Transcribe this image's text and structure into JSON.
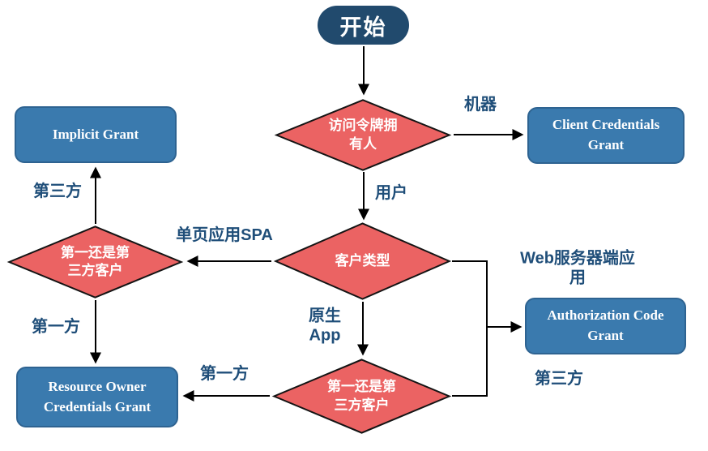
{
  "diagram": {
    "nodes": {
      "start": {
        "label": "开始",
        "type": "terminator"
      },
      "token_owner": {
        "label": "访问令牌拥\n有人",
        "type": "decision"
      },
      "client_credentials": {
        "label": "Client Credentials\nGrant",
        "type": "process"
      },
      "client_type": {
        "label": "客户类型",
        "type": "decision"
      },
      "first_or_third_spa": {
        "label": "第一还是第\n三方客户",
        "type": "decision"
      },
      "implicit": {
        "label": "Implicit Grant",
        "type": "process"
      },
      "resource_owner": {
        "label": "Resource Owner\nCredentials Grant",
        "type": "process"
      },
      "first_or_third_native": {
        "label": "第一还是第\n三方客户",
        "type": "decision"
      },
      "auth_code": {
        "label": "Authorization Code\nGrant",
        "type": "process"
      }
    },
    "edge_labels": {
      "machine": "机器",
      "user": "用户",
      "spa": "单页应用SPA",
      "third_party_left": "第三方",
      "first_party_left": "第一方",
      "native_app": "原生\nApp",
      "web_server": "Web服务器端应用",
      "first_party_bottom": "第一方",
      "third_party_right": "第三方"
    },
    "colors": {
      "terminator_fill": "#214A6D",
      "process_fill": "#3A7AAE",
      "process_border": "#2E6391",
      "decision_fill": "#EB6363",
      "decision_border": "#141414",
      "label_text": "#1F4E79",
      "node_text": "#FFFFFF",
      "connector": "#000000"
    }
  }
}
